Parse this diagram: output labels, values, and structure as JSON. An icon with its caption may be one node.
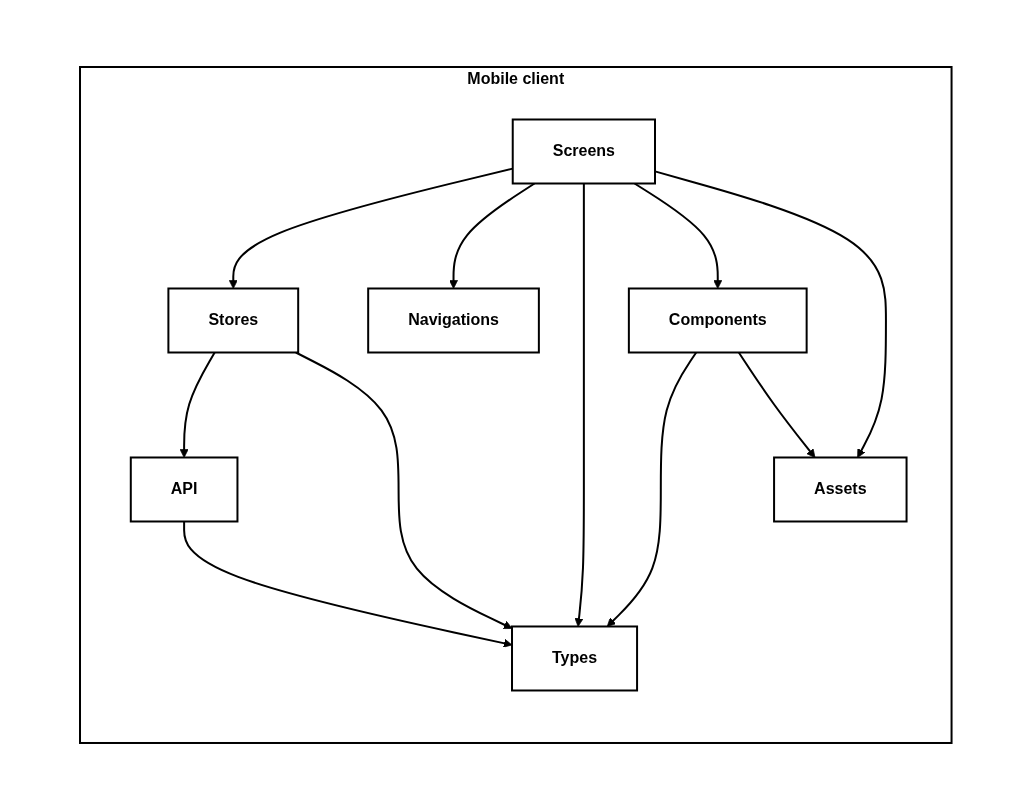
{
  "diagram": {
    "nodes": [
      {
        "text": [
          "Mobile client"
        ]
      },
      {
        "text": [
          "API"
        ],
        "in": 0
      },
      {
        "text": [
          "Stores"
        ],
        "in": 0
      },
      {
        "text": [
          "Navigations"
        ],
        "in": 0
      },
      {
        "text": [
          "Components"
        ],
        "in": 0
      },
      {
        "text": [
          "Types"
        ],
        "in": 0
      },
      {
        "text": [
          "Screens"
        ],
        "in": 0
      },
      {
        "text": [
          "Assets"
        ],
        "in": 0
      }
    ],
    "edges": [
      {
        "from": 2,
        "to": 1,
        "arrow": "to"
      },
      {
        "from": 1,
        "to": 5,
        "arrow": "to"
      },
      {
        "from": 2,
        "to": 5,
        "arrow": "to"
      },
      {
        "from": 6,
        "to": 2,
        "arrow": "to"
      },
      {
        "from": 6,
        "to": 3,
        "arrow": "to"
      },
      {
        "from": 4,
        "to": 5,
        "arrow": "to"
      },
      {
        "from": 6,
        "to": 5,
        "arrow": "to"
      },
      {
        "from": 6,
        "to": 4,
        "arrow": "to"
      },
      {
        "from": 4,
        "to": 7,
        "arrow": "to"
      },
      {
        "from": 6,
        "to": 7,
        "arrow": "to"
      }
    ]
  }
}
